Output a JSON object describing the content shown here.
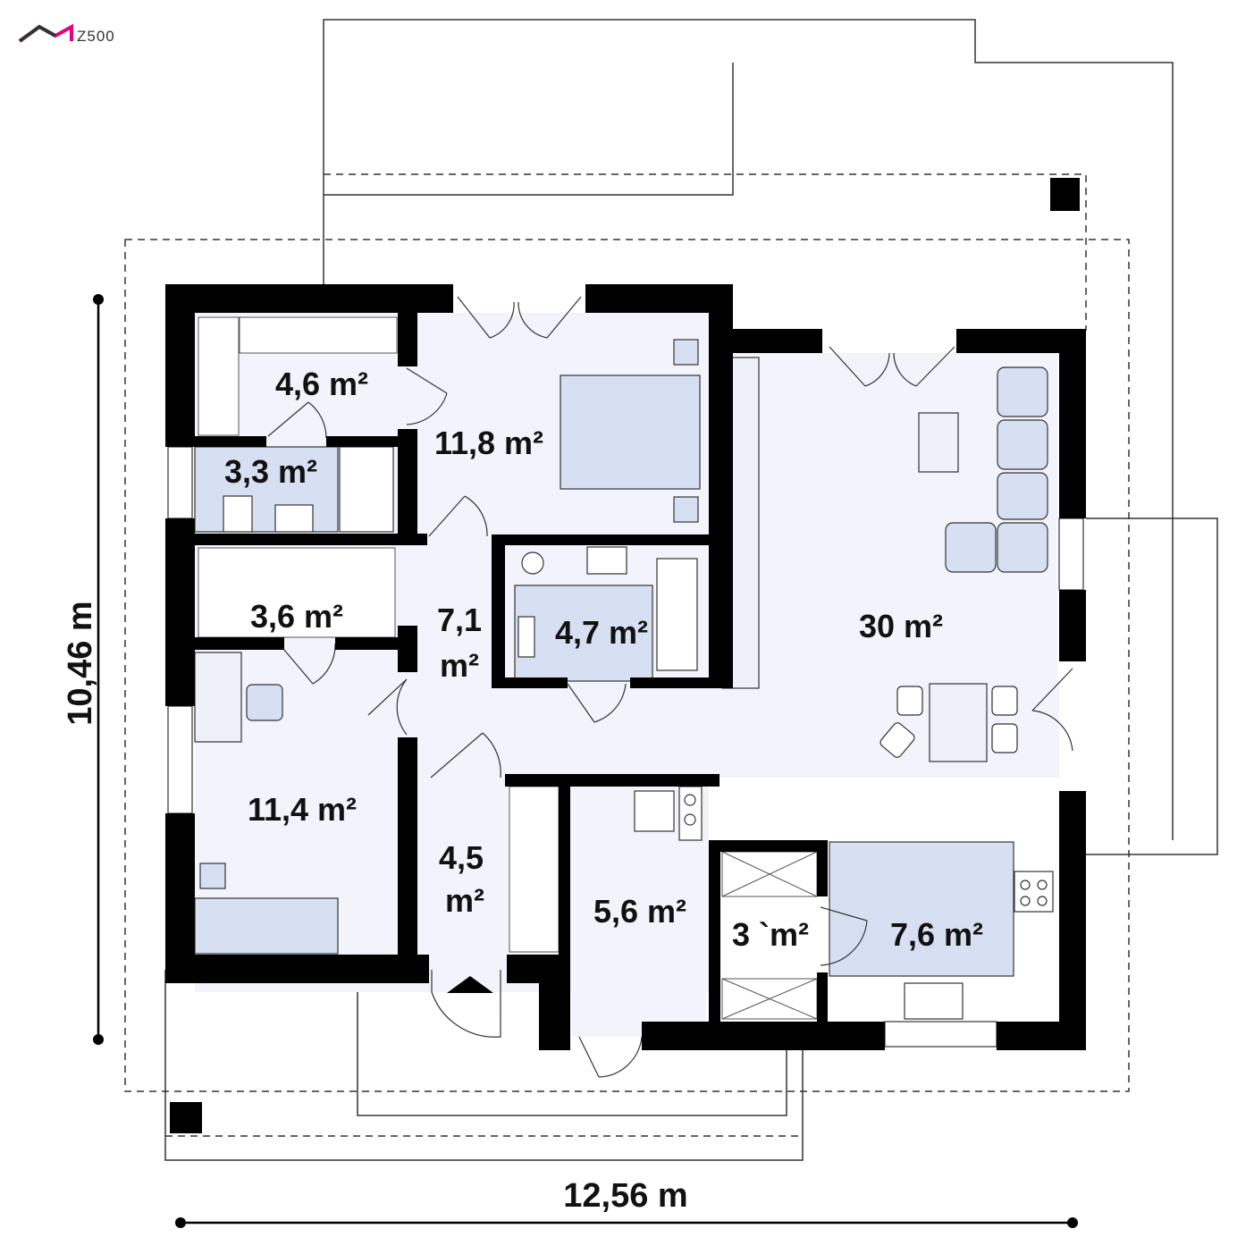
{
  "logo": {
    "text": "Z500",
    "accent_color": "#e6007e"
  },
  "dimensions": {
    "width": "12,56 m",
    "height": "10,46 m"
  },
  "rooms": {
    "wardrobe_top": "4,6 m²",
    "bedroom_master": "11,8 m²",
    "bath_small": "3,3 m²",
    "wardrobe_mid": "3,6 m²",
    "hall_line1": "7,1",
    "hall_line2": "m²",
    "bathroom": "4,7 m²",
    "living": "30 m²",
    "bedroom_2": "11,4 m²",
    "entrance_line1": "4,5",
    "entrance_line2": "m²",
    "utility": "5,6 m²",
    "pantry": "3 `m²",
    "kitchen": "7,6 m²"
  },
  "colors": {
    "wall": "#000000",
    "floor": "#f2f3fb",
    "furniture": "#d7e0f3",
    "outline": "#333333"
  }
}
